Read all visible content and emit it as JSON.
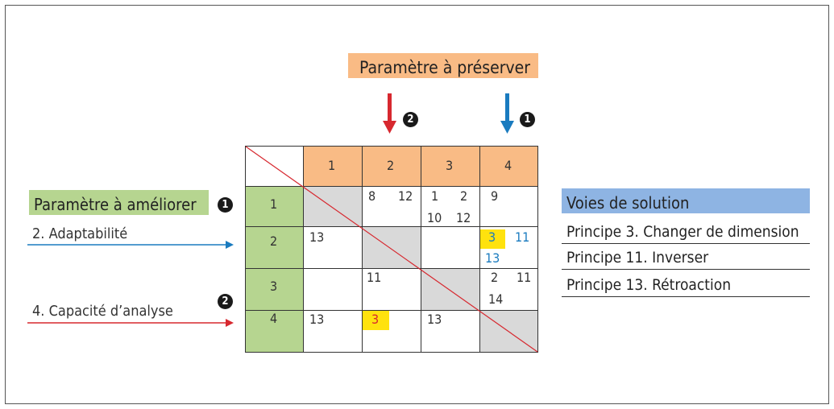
{
  "preserve_label": "Paramètre à préserver",
  "improve_label": "Paramètre à améliorer",
  "solutions_label": "Voies de solution",
  "solutions": [
    "Principe 3. Changer de dimension",
    "Principe 11. Inverser",
    "Principe 13. Rétroaction"
  ],
  "badges": {
    "one": "1",
    "two": "2"
  },
  "left_params": [
    {
      "label": "2. Adaptabilité"
    },
    {
      "label": "4. Capacité d’analyse"
    }
  ],
  "matrix": {
    "col_headers": [
      "1",
      "2",
      "3",
      "4"
    ],
    "row_headers": [
      "1",
      "2",
      "3",
      "4"
    ],
    "cells": {
      "r1c2": [
        "8",
        "12"
      ],
      "r1c3": [
        "1",
        "2",
        "10",
        "12"
      ],
      "r1c4": [
        "9"
      ],
      "r2c1": [
        "13"
      ],
      "r2c4": [
        "3",
        "11",
        "13"
      ],
      "r3c2": [
        "11"
      ],
      "r3c4": [
        "2",
        "11",
        "14"
      ],
      "r4c1": [
        "13"
      ],
      "r4c2": [
        "3"
      ],
      "r4c3": [
        "13"
      ]
    }
  },
  "colors": {
    "orange": "#f9bb85",
    "green": "#b6d590",
    "blue_box": "#8eb4e3",
    "red_arrow": "#d7282f",
    "blue_arrow": "#1a7bbf",
    "highlight": "#ffe20e",
    "diagonal_gray": "#d9d9d9"
  }
}
